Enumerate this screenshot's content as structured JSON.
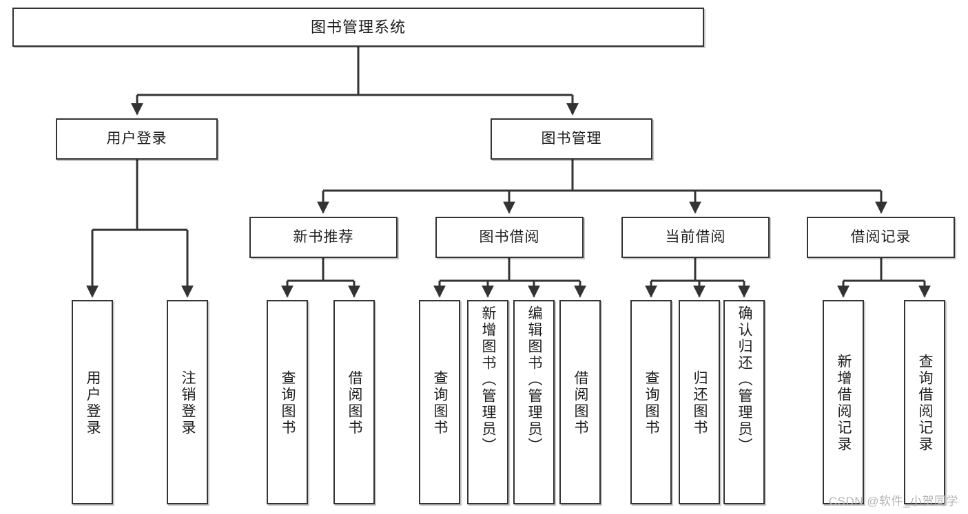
{
  "diagram": {
    "type": "tree",
    "title": "图书管理系统",
    "watermark": "CSDN @软件_小贺同学",
    "colors": {
      "background": "#ffffff",
      "border": "#333333",
      "text": "#1d1d1d",
      "edge": "#333333",
      "watermark": "#b4b4b4"
    },
    "nodes": {
      "root": {
        "label": "图书管理系统"
      },
      "level2": [
        {
          "label": "用户登录"
        },
        {
          "label": "图书管理"
        }
      ],
      "level3": [
        {
          "label": "新书推荐"
        },
        {
          "label": "图书借阅"
        },
        {
          "label": "当前借阅"
        },
        {
          "label": "借阅记录"
        }
      ],
      "leaves": {
        "user_login": [
          {
            "label": "用户登录"
          },
          {
            "label": "注销登录"
          }
        ],
        "new_book": [
          {
            "label": "查询图书"
          },
          {
            "label": "借阅图书"
          }
        ],
        "book_borrow": [
          {
            "label": "查询图书"
          },
          {
            "label": "新增图书（管理员）"
          },
          {
            "label": "编辑图书（管理员）"
          },
          {
            "label": "借阅图书"
          }
        ],
        "current_borrow": [
          {
            "label": "查询图书"
          },
          {
            "label": "归还图书"
          },
          {
            "label": "确认归还（管理员）"
          }
        ],
        "borrow_record": [
          {
            "label": "新增借阅记录"
          },
          {
            "label": "查询借阅记录"
          }
        ]
      }
    }
  }
}
